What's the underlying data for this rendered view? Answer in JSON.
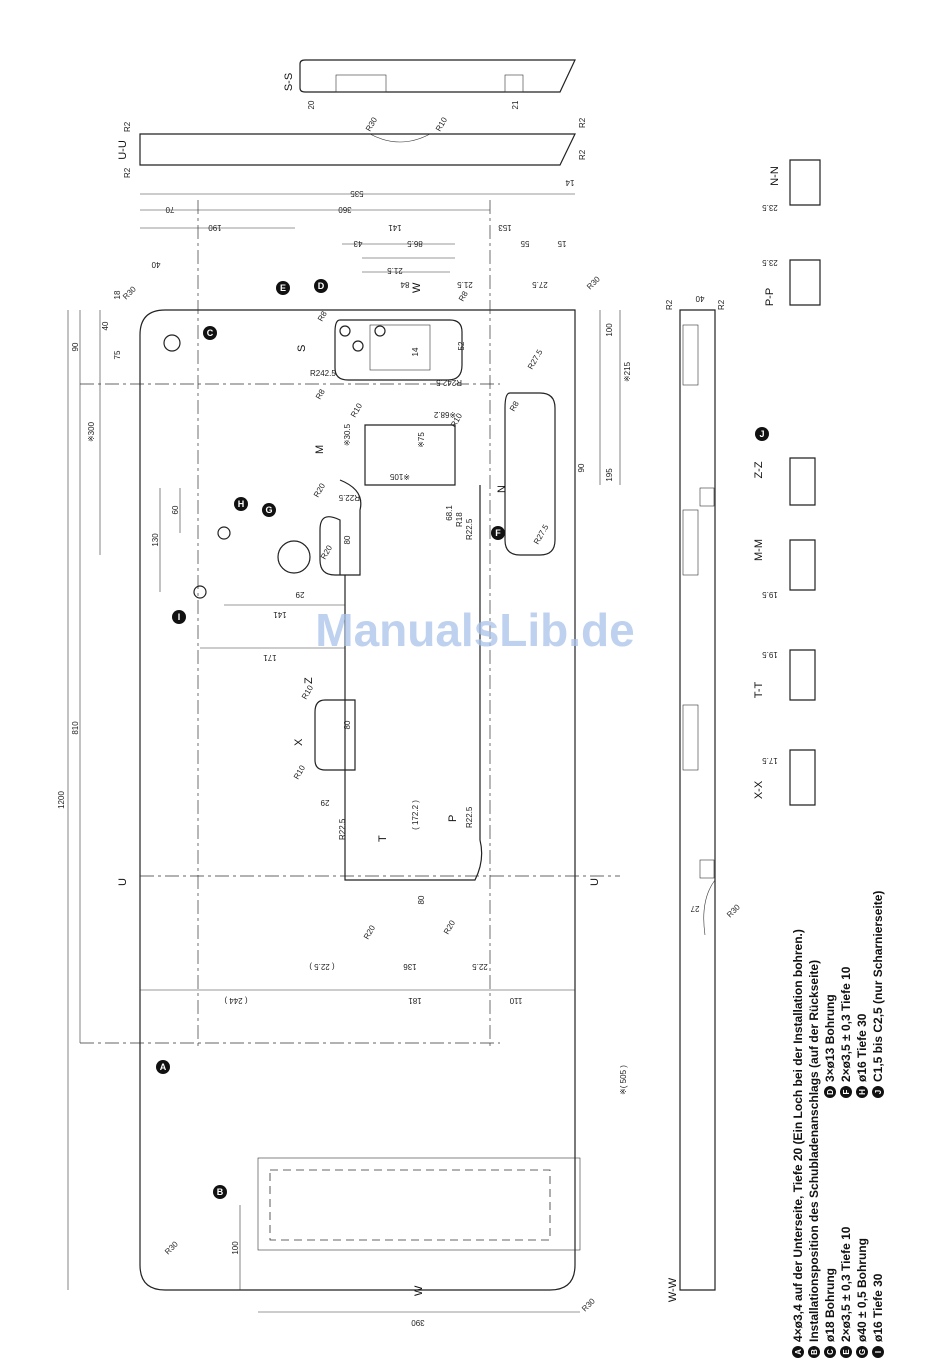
{
  "watermark": "ManualsLib.de",
  "legend": [
    {
      "key": "A",
      "text": "4×ø3,4 auf der Unterseite, Tiefe 20 (Ein Loch bei der Installation bohren.)"
    },
    {
      "key": "B",
      "text": "Installationsposition des Schubladenanschlags (auf der Rückseite)"
    },
    {
      "key": "C",
      "text": "ø18 Bohrung"
    },
    {
      "key": "D",
      "text": "3×ø13 Bohrung"
    },
    {
      "key": "E",
      "text": "2×ø3,5 ± 0,3 Tiefe 10"
    },
    {
      "key": "F",
      "text": "2×ø3,5 ± 0,3 Tiefe 10"
    },
    {
      "key": "G",
      "text": "ø40 ± 0,5 Bohrung"
    },
    {
      "key": "H",
      "text": "ø16 Tiefe 30"
    },
    {
      "key": "I",
      "text": "ø16 Tiefe 30"
    },
    {
      "key": "J",
      "text": "C1,5 bis C2,5 (nur Scharnierseite)"
    }
  ],
  "section_labels": {
    "ss": "S-S",
    "uu": "U-U",
    "ww": "W-W",
    "nn": "N-N",
    "pp": "P-P",
    "zz": "Z-Z",
    "mm": "M-M",
    "tt": "T-T",
    "xx": "X-X"
  },
  "cut_marks": [
    "S",
    "W",
    "M",
    "N",
    "Z",
    "X",
    "P",
    "T",
    "U"
  ],
  "dimensions": {
    "d1200": "1200",
    "d535": "535",
    "d360": "360",
    "d190": "190",
    "d70": "70",
    "d141": "141",
    "d153": "153",
    "d43": "43",
    "d86": "86.5",
    "d55": "55",
    "d15": "15",
    "d40": "40",
    "d84": "84",
    "d21a": "21.5",
    "d21b": "21.5",
    "d27": "27.5",
    "d18": "18",
    "d90": "90",
    "d75": "75",
    "d300": "※300",
    "d810": "810",
    "d130": "130",
    "d60": "60",
    "d100a": "100",
    "d215": "※215",
    "d195": "195",
    "d90b": "90",
    "d105": "※105",
    "d75b": "※75",
    "d30": "※30.5",
    "d682": "※68.2",
    "d681": "68.1",
    "d80a": "80",
    "d80b": "80",
    "d29a": "29",
    "d29b": "29",
    "d1412": "141",
    "d171": "171",
    "d1722": "( 172.2 )",
    "d136": "136",
    "d225a": "( 22.5 )",
    "d225b": "22.5",
    "d244": "( 244 )",
    "d181": "181",
    "d110": "110",
    "d505": "※( 505 )",
    "d390": "390",
    "d100b": "100",
    "d80c": "80",
    "d20a": "20",
    "d21c": "21",
    "d14": "14",
    "d2357": "23.5",
    "d235": "23.5",
    "d195b": "19.5",
    "d195c": "19.5",
    "d175": "17.5",
    "d27b": "27",
    "d40b": "40",
    "d52": "52",
    "d14b": "14"
  },
  "radii": {
    "r30a": "R30",
    "r30b": "R30",
    "r30c": "R30",
    "r30d": "R30",
    "r30e": "R30",
    "r10a": "R10",
    "r10b": "R10",
    "r10c": "R10",
    "r10d": "R10",
    "r10e": "R10",
    "r8a": "R8",
    "r8b": "R8",
    "r8c": "R8",
    "r8d": "R8",
    "r2a": "R2",
    "r2b": "R2",
    "r2c": "R2",
    "r2d": "R2",
    "r2e": "R2",
    "r2f": "R2",
    "r2425a": "R242.5",
    "r2425b": "R242.5",
    "r225a": "R22.5",
    "r225b": "R22.5",
    "r225c": "R22.5",
    "r225d": "R22.5",
    "r275a": "R27.5",
    "r275b": "R27.5",
    "r18": "R18",
    "r20a": "R20",
    "r20b": "R20",
    "r20c": "R20",
    "r20d": "R20"
  }
}
